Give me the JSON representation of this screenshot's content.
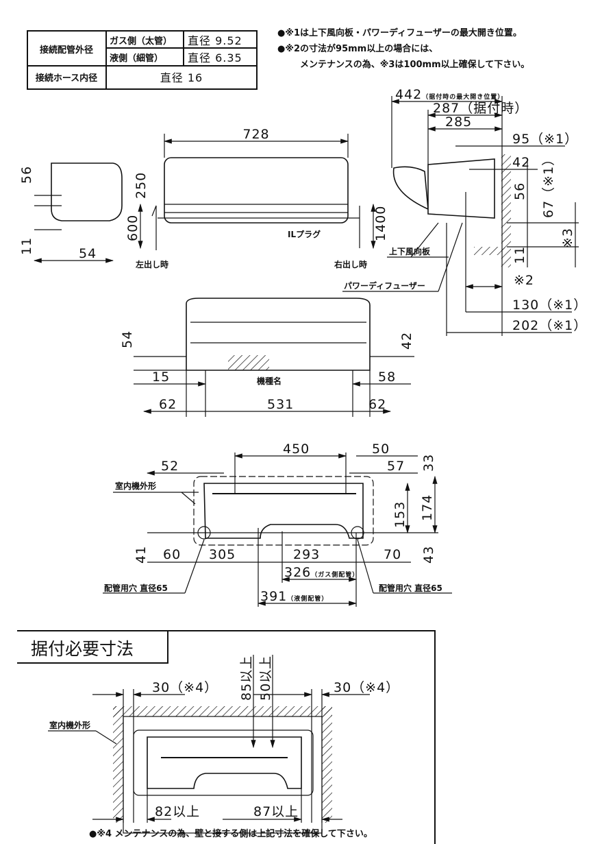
{
  "spec_table": {
    "pipe_outer_label": "接続配管外径",
    "gas_label": "ガス側（太管）",
    "gas_value": "直径 9.52",
    "liquid_label": "液側（細管）",
    "liquid_value": "直径 6.35",
    "hose_label": "接続ホース内径",
    "hose_value": "直径 16"
  },
  "notes": [
    "●※1は上下風向板・パワーディフューザーの最大開き位置。",
    "●※2の寸法が95mm以上の場合には、",
    "メンテナンスの為、※3は100mm以上確保して下さい。"
  ],
  "side_view": {
    "d442": "442",
    "d442_note": "（据付時の最大開き位置）",
    "d287": "287（据付時）",
    "d285": "285",
    "d95": "95（※1）",
    "d42": "42",
    "d56": "56",
    "d67": "67（※1）",
    "d_s3": "※3",
    "d11": "11",
    "louver": "上下風向板",
    "diffuser": "パワーディフューザー",
    "d_s2": "※2",
    "d130": "130（※1）",
    "d202": "202（※1）"
  },
  "left_view": {
    "d56": "56",
    "d11": "11",
    "d54": "54"
  },
  "front_view": {
    "d728": "728",
    "d250": "250",
    "d600": "600",
    "d1400": "1400",
    "plug": "ILプラグ",
    "left_out": "左出し時",
    "right_out": "右出し時"
  },
  "bottom_view": {
    "d54": "54",
    "d42": "42",
    "d15": "15",
    "d58": "58",
    "d62_left": "62",
    "d531": "531",
    "d62_right": "62",
    "model_name": "機種名"
  },
  "plate_view": {
    "d450": "450",
    "d50": "50",
    "d57": "57",
    "d33": "33",
    "d52": "52",
    "outline": "室内機外形",
    "d153": "153",
    "d174": "174",
    "d41": "41",
    "d60": "60",
    "d305": "305",
    "d293": "293",
    "d70": "70",
    "d43": "43",
    "d326": "326",
    "d326_note": "（ガス側配管）",
    "d391": "391",
    "d391_note": "（液側配管）",
    "hole_left": "配管用穴 直径65",
    "hole_right": "配管用穴 直径65"
  },
  "install": {
    "title": "据付必要寸法",
    "d30_left": "30（※4）",
    "d30_right": "30（※4）",
    "d85": "85以上",
    "d50": "50以上",
    "outline": "室内機外形",
    "d82": "82以上",
    "d87": "87以上",
    "note": "●※4 メンテナンスの為、壁と接する側は上記寸法を確保して下さい。"
  }
}
